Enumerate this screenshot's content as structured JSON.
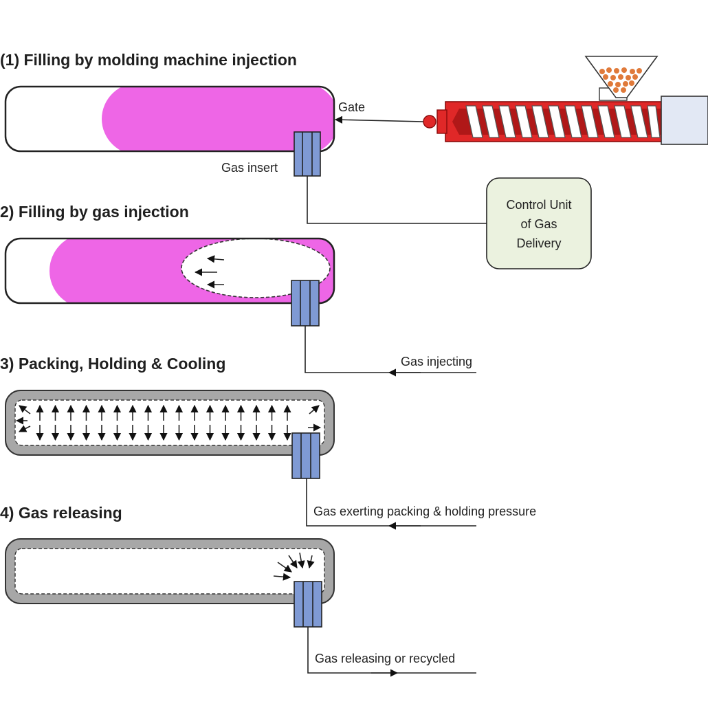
{
  "steps": [
    {
      "heading": "(1) Filling by molding machine injection"
    },
    {
      "heading": "2) Filling by gas injection"
    },
    {
      "heading": "3) Packing, Holding & Cooling"
    },
    {
      "heading": "4) Gas releasing"
    }
  ],
  "labels": {
    "gate": "Gate",
    "gas_insert": "Gas insert",
    "control_unit": [
      "Control Unit",
      "of Gas",
      "Delivery"
    ],
    "gas_injecting": "Gas injecting",
    "gas_exerting": "Gas exerting packing & holding pressure",
    "gas_releasing": "Gas releasing or recycled"
  },
  "colors": {
    "melt": "#ee66e6",
    "mold_outline": "#222222",
    "part_wall": "#a7a7a7",
    "insert": "#7f9ad4",
    "barrel": "#e02828",
    "barrel_dark": "#b01818",
    "hopper_pellets": "#e07a3a",
    "control_box": "#ebf2df",
    "motor_box": "#e2e8f4"
  }
}
